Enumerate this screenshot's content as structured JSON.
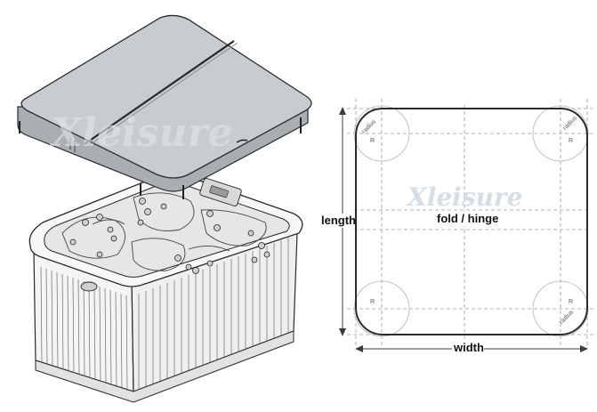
{
  "diagram": {
    "labels": {
      "length": "length",
      "width": "width",
      "fold_hinge": "fold / hinge"
    },
    "brand": "Xleisure",
    "corner_labels": {
      "radius": "radius",
      "r": "R"
    },
    "colors": {
      "cover_top": "#c8ccd0",
      "cover_side": "#a9aeb3",
      "outline": "#2a2a2a",
      "dashed": "#9a9a9a",
      "watermark": "#d6dde3"
    }
  }
}
